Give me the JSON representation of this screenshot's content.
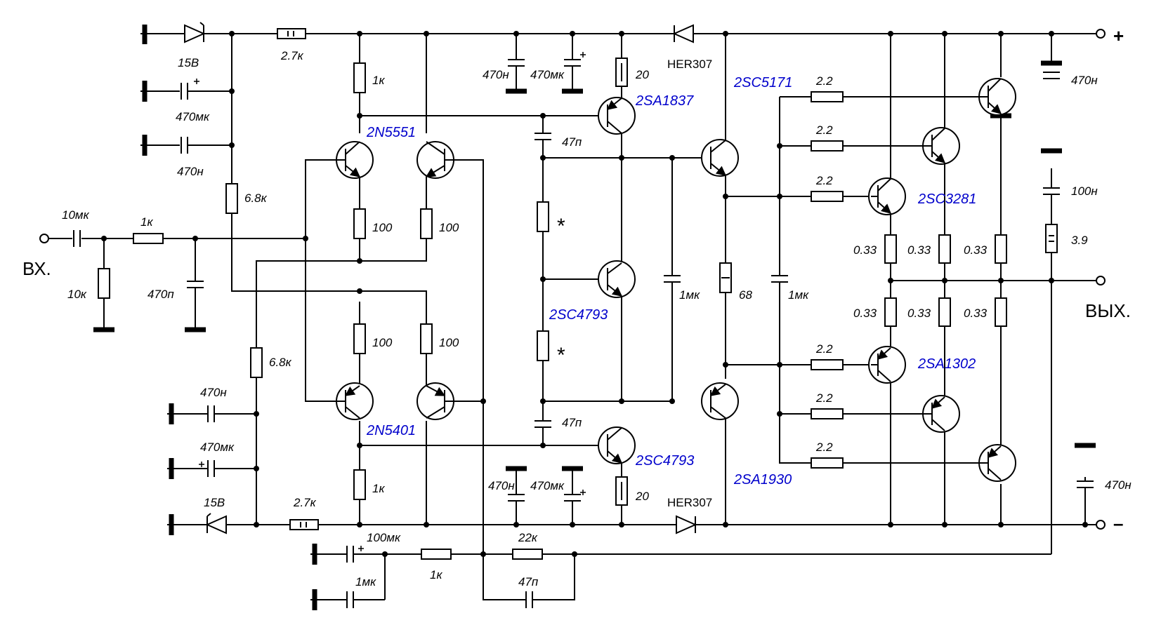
{
  "title": "",
  "terminals": {
    "input": "ВХ.",
    "output": "ВЫХ.",
    "plus": "+",
    "minus": "–"
  },
  "components": {
    "zener_top": "15В",
    "zener_bot": "15В",
    "r_top_27k": "2.7к",
    "r_bot_27k": "2.7к",
    "c_470mk_top": "470мк",
    "c_470n_top": "470н",
    "r_68k_top": "6.8к",
    "r_68k_bot": "6.8к",
    "c_in_10mk": "10мк",
    "r_in_1k": "1к",
    "r_in_10k": "10к",
    "c_in_470p": "470п",
    "c_470n_bot": "470н",
    "c_470mk_bot": "470мк",
    "r_1k_top": "1к",
    "r_1k_bot": "1к",
    "r_100_a": "100",
    "r_100_b": "100",
    "r_100_c": "100",
    "r_100_d": "100",
    "q_2n5551": "2N5551",
    "q_2n5401": "2N5401",
    "c_470n_rail_top": "470н",
    "c_470mk_rail_top": "470мк",
    "c_470n_rail_bot": "470н",
    "c_470mk_rail_bot": "470мк",
    "r_20_top": "20",
    "r_20_bot": "20",
    "q_2sa1837": "2SA1837",
    "q_2sc4793_bias": "2SC4793",
    "q_2sc4793_vas": "2SC4793",
    "c_47p_top": "47п",
    "c_47p_bot": "47п",
    "star_1": "*",
    "star_2": "*",
    "c_1mk_mid": "1мк",
    "d_her307_top": "HER307",
    "d_her307_bot": "HER307",
    "q_2sc5171": "2SC5171",
    "q_2sa1930": "2SA1930",
    "r_68": "68",
    "c_1mk_drv": "1мк",
    "r_22_a": "2.2",
    "r_22_b": "2.2",
    "r_22_c": "2.2",
    "r_22_d": "2.2",
    "r_22_e": "2.2",
    "r_22_f": "2.2",
    "q_2sc3281": "2SC3281",
    "q_2sa1302": "2SA1302",
    "r_033_a": "0.33",
    "r_033_b": "0.33",
    "r_033_c": "0.33",
    "r_033_d": "0.33",
    "r_033_e": "0.33",
    "r_033_f": "0.33",
    "c_470n_out_top": "470н",
    "c_100n_out": "100н",
    "r_39": "3.9",
    "c_470n_out_bot": "470н",
    "c_fb_100mk": "100мк",
    "c_fb_1mk": "1мк",
    "r_fb_1k": "1к",
    "r_fb_22k": "22к",
    "c_fb_47p": "47п"
  }
}
